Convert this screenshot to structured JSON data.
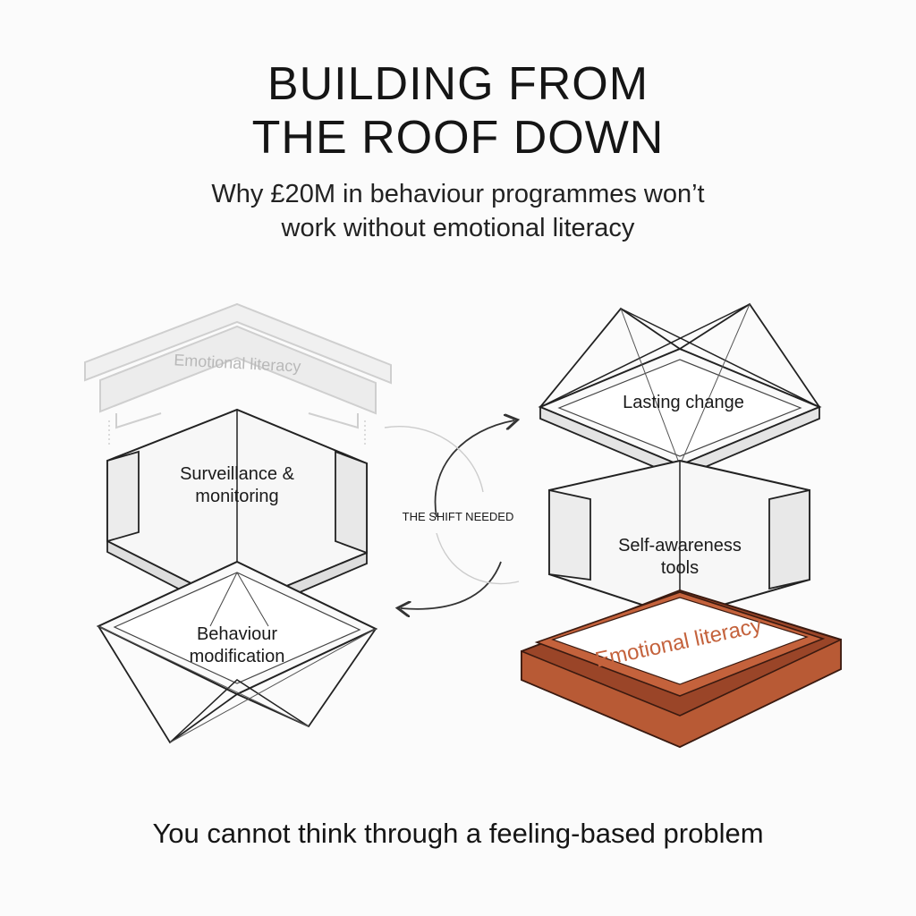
{
  "title": {
    "line1": "BUILDING FROM",
    "line2": "THE ROOF DOWN"
  },
  "subtitle": {
    "line1": "Why £20M in behaviour programmes won’t",
    "line2": "work without emotional literacy"
  },
  "left_stack": {
    "roof_label": "Emotional literacy",
    "middle_label_line1": "Surveillance &",
    "middle_label_line2": "monitoring",
    "base_label_line1": "Behaviour",
    "base_label_line2": "modification"
  },
  "right_stack": {
    "roof_label": "Lasting change",
    "middle_label_line1": "Self-awareness",
    "middle_label_line2": "tools",
    "base_label": "Emotional literacy"
  },
  "shift_label": "THE SHIFT NEEDED",
  "footer": "You cannot think through a feeling-based problem",
  "colors": {
    "accent": "#c4623c",
    "accent_dark": "#9a4528",
    "faded": "#c8c8c8",
    "ink": "#1a1a1a"
  }
}
